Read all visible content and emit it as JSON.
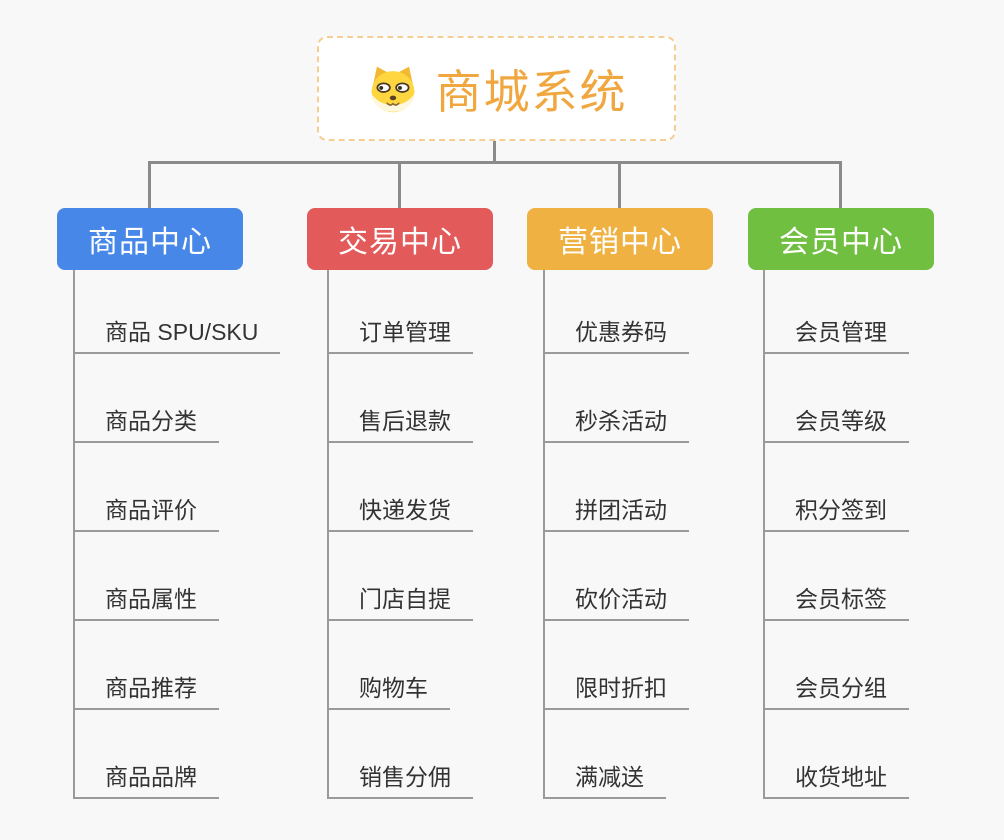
{
  "canvas": {
    "background": "#f8f8f8"
  },
  "root": {
    "title": "商城系统",
    "icon": "dog-face-icon",
    "text_color": "#f0a73f",
    "border_color": "#f5ce94",
    "background": "#ffffff"
  },
  "connector_color": "#8b8b8b",
  "underline_color": "#9a9a9a",
  "leaf_text_color": "#333333",
  "branches": [
    {
      "label": "商品中心",
      "color": "#4687e8",
      "children": [
        "商品 SPU/SKU",
        "商品分类",
        "商品评价",
        "商品属性",
        "商品推荐",
        "商品品牌"
      ]
    },
    {
      "label": "交易中心",
      "color": "#e35a5a",
      "children": [
        "订单管理",
        "售后退款",
        "快递发货",
        "门店自提",
        "购物车",
        "销售分佣"
      ]
    },
    {
      "label": "营销中心",
      "color": "#efb142",
      "children": [
        "优惠券码",
        "秒杀活动",
        "拼团活动",
        "砍价活动",
        "限时折扣",
        "满减送"
      ]
    },
    {
      "label": "会员中心",
      "color": "#70bf40",
      "children": [
        "会员管理",
        "会员等级",
        "积分签到",
        "会员标签",
        "会员分组",
        "收货地址"
      ]
    }
  ]
}
